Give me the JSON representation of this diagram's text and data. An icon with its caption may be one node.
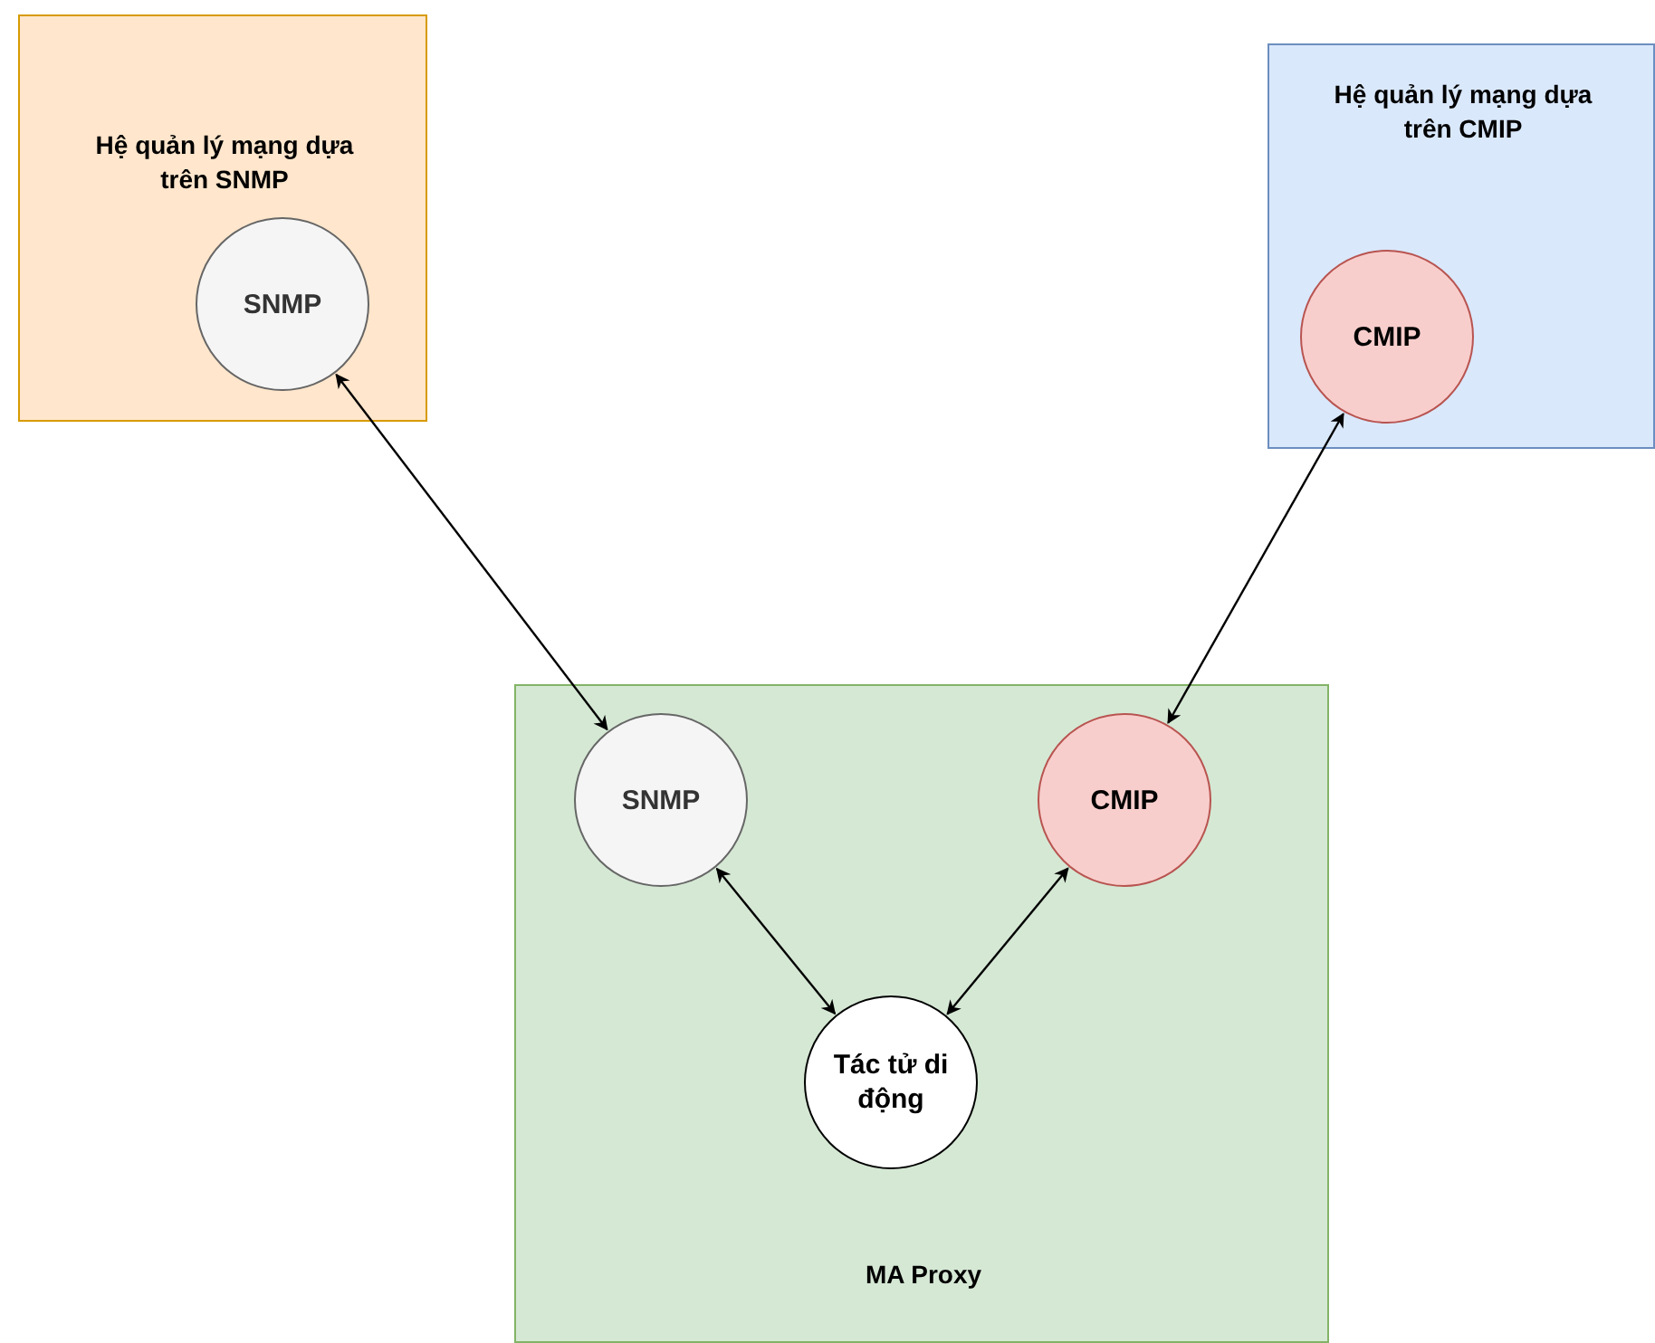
{
  "diagram": {
    "nodes": [
      {
        "text": [
          "Hệ quản lý mạng dựa trên SNMP"
        ]
      },
      {
        "text": [
          "SNMP"
        ],
        "in": 0
      },
      {
        "text": [
          "Hệ quản lý mạng dựa trên CMIP"
        ]
      },
      {
        "text": [
          "CMIP"
        ],
        "in": 2
      },
      {
        "text": [
          "MA Proxy"
        ]
      },
      {
        "text": [
          "SNMP"
        ],
        "in": 4
      },
      {
        "text": [
          "CMIP"
        ],
        "in": 4
      },
      {
        "text": [
          "Tác tử di động"
        ],
        "in": 4
      }
    ],
    "edges": [
      {
        "from": 1,
        "to": 5,
        "arrow": "both"
      },
      {
        "from": 3,
        "to": 6,
        "arrow": "both"
      },
      {
        "from": 5,
        "to": 7,
        "arrow": "both"
      },
      {
        "from": 7,
        "to": 6,
        "arrow": "both"
      }
    ]
  }
}
